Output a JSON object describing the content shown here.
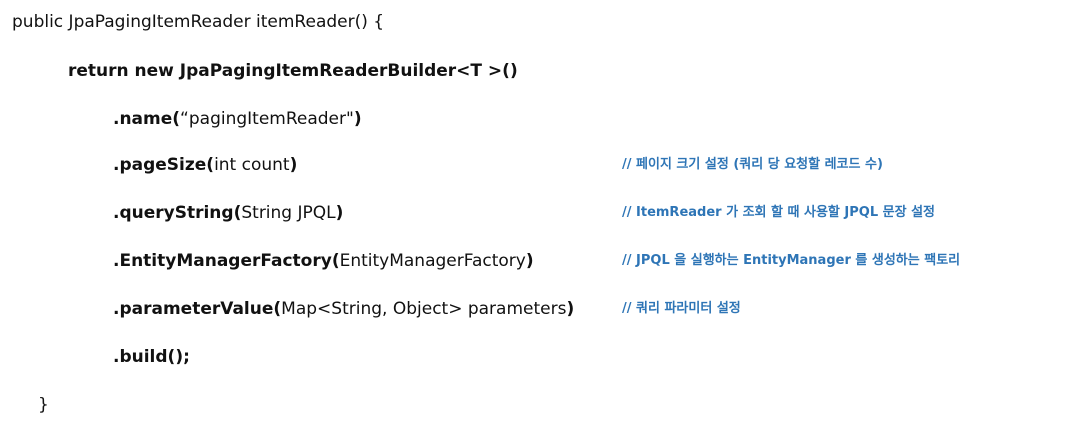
{
  "code_lines": [
    {
      "parts": [
        "public JpaPagingItemReader itemReader() {"
      ]
    },
    {
      "parts": [
        "return new JpaPagingItemReaderBuilder<T >()"
      ]
    },
    {
      "parts": [
        ".name(",
        "“pagingItemReader\"",
        ")"
      ]
    },
    {
      "parts": [
        ".pageSize(",
        "int count",
        ")"
      ],
      "comment": "// 페이지 크기 설정 (쿼리 당 요청할 레코드 수)"
    },
    {
      "parts": [
        ".queryString(",
        "String JPQL",
        ")"
      ],
      "comment": "// ItemReader 가 조회 할 때 사용할 JPQL 문장 설정"
    },
    {
      "parts": [
        ".EntityManagerFactory(",
        "EntityManagerFactory",
        ")"
      ],
      "comment": "// JPQL 을 실행하는 EntityManager 를 생성하는 팩토리"
    },
    {
      "parts": [
        ".parameterValue(",
        "Map<String, Object> parameters",
        ")"
      ],
      "comment": "// 쿼리 파라미터 설정"
    },
    {
      "parts": [
        ".build();"
      ]
    },
    {
      "parts": [
        "}"
      ]
    }
  ],
  "colors": {
    "comment": "#2e75b6",
    "code": "#111111",
    "background": "#ffffff"
  }
}
